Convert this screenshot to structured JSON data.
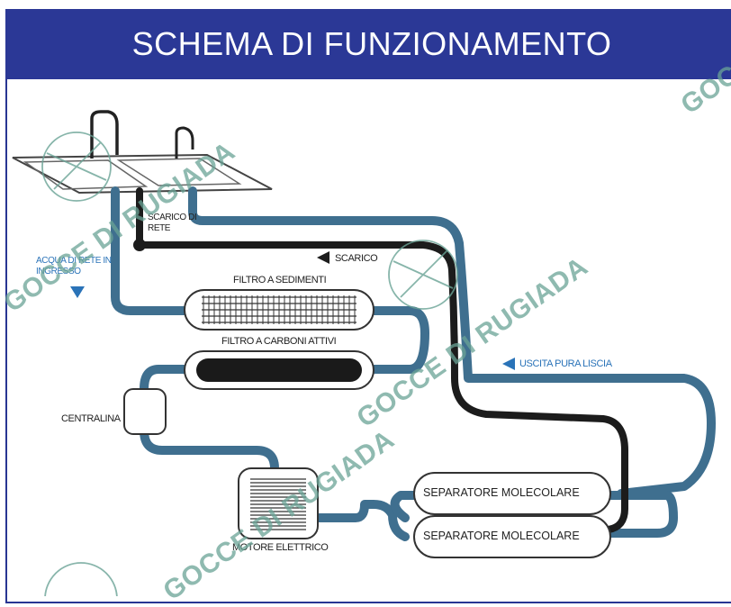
{
  "header": {
    "title": "SCHEMA DI FUNZIONAMENTO"
  },
  "labels": {
    "scarico_di_rete": "SCARICO DI RETE",
    "scarico": "SCARICO",
    "acqua_di_rete": "ACQUA DI RETE IN INGRESSO",
    "filtro_sedimenti": "FILTRO A SEDIMENTI",
    "filtro_carboni": "FILTRO A CARBONI ATTIVI",
    "uscita": "USCITA PURA LISCIA",
    "centralina": "CENTRALINA",
    "separatore_1": "SEPARATORE MOLECOLARE",
    "separatore_2": "SEPARATORE MOLECOLARE",
    "motore": "MOTORE ELETTRICO"
  },
  "watermark": "GOCCE DI RUGIADA",
  "colors": {
    "header_bg": "#2b3896",
    "pipe_blue": "#3f6f8f",
    "pipe_black": "#1c1c1c",
    "label_blue": "#2a73b8",
    "watermark": "#6aa396"
  }
}
